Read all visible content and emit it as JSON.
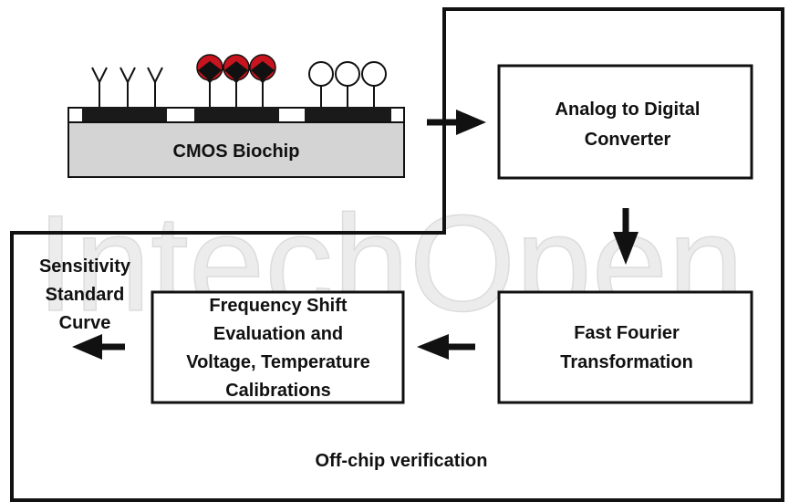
{
  "biochip": {
    "label": "CMOS Biochip"
  },
  "boxes": {
    "adc": {
      "line1": "Analog to Digital",
      "line2": "Converter"
    },
    "fft": {
      "line1": "Fast Fourier",
      "line2": "Transformation"
    },
    "freq": {
      "line1": "Frequency Shift",
      "line2": "Evaluation and",
      "line3": "Voltage, Temperature",
      "line4": "Calibrations"
    }
  },
  "output": {
    "line1": "Sensitivity",
    "line2": "Standard",
    "line3": "Curve"
  },
  "region": {
    "label": "Off-chip verification"
  },
  "watermark": {
    "text": "IntechOpen"
  },
  "colors": {
    "stroke": "#111111",
    "substrate": "#d4d4d4",
    "electrode": "#1a1a1a",
    "marker_red": "#c8141e",
    "watermark": "#e6e6e6"
  }
}
